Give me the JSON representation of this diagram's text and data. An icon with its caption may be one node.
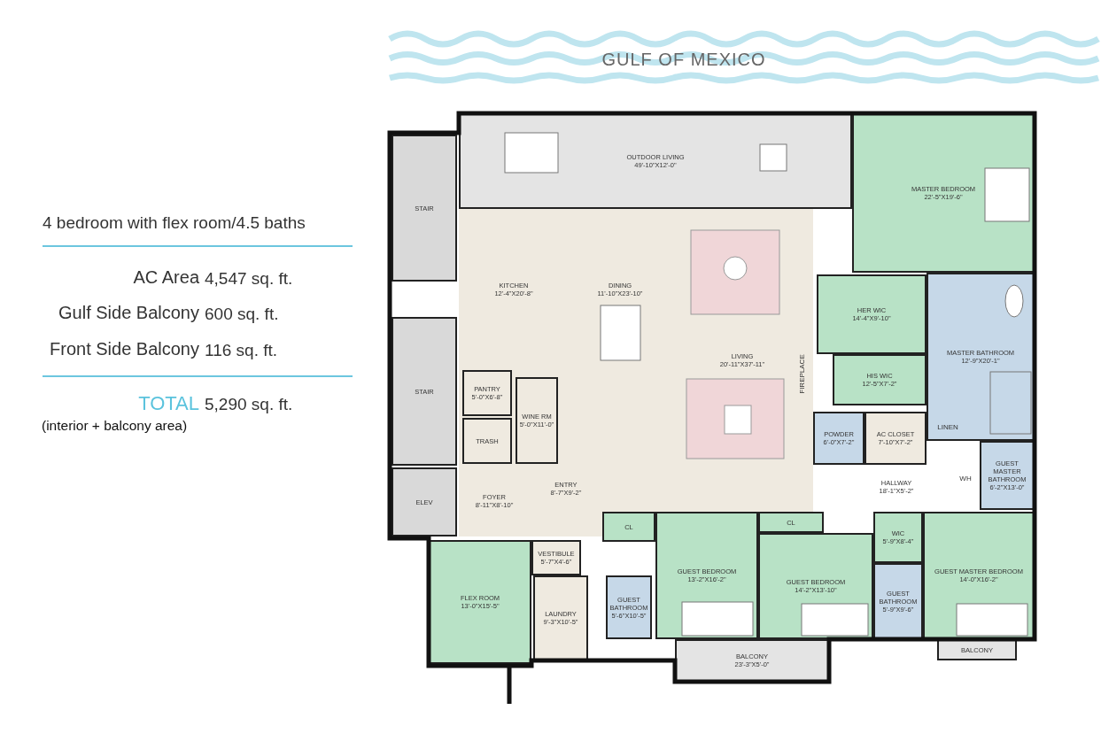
{
  "diagram": {
    "nodes": [
      {
        "text": [
          "OUTDOOR LIVING",
          "49'-10\"X12'-0\""
        ]
      },
      {
        "text": [
          "STAIR"
        ]
      },
      {
        "text": [
          "KITCHEN",
          "12'-4\"X20'-8\""
        ]
      },
      {
        "text": [
          "DINING",
          "11'-10\"X23'-10\""
        ]
      },
      {
        "text": [
          "MASTER BEDROOM",
          "22'-5\"X19'-6\""
        ]
      },
      {
        "text": [
          "HER WIC",
          "14'-4\"X9'-10\""
        ]
      },
      {
        "text": [
          "MASTER BATHROOM",
          "12'-9\"X20'-1\""
        ]
      },
      {
        "text": [
          "LIVING",
          "20'-11\"X37'-11\""
        ]
      },
      {
        "text": [
          "HIS WIC",
          "12'-5\"X7'-2\""
        ]
      },
      {
        "text": [
          "PANTRY",
          "5'-0\"X6'-8\""
        ]
      },
      {
        "text": [
          "WINE RM",
          "5'-0\"X11'-0\""
        ]
      },
      {
        "text": [
          "STAIR"
        ]
      },
      {
        "text": [
          "POWDER",
          "6'-0\"X7'-2\""
        ]
      },
      {
        "text": [
          "AC CLOSET",
          "7'-10\"X7'-2\""
        ]
      },
      {
        "text": [
          "TRASH"
        ]
      },
      {
        "text": [
          "GUEST MASTER BATHROOM",
          "6'-2\"X13'-0\""
        ]
      },
      {
        "text": [
          "HALLWAY",
          "18'-1\"X5'-2\""
        ]
      },
      {
        "text": [
          "ELEV"
        ]
      },
      {
        "text": [
          "FOYER",
          "8'-11\"X8'-10\""
        ]
      },
      {
        "text": [
          "ENTRY",
          "8'-7\"X9'-2\""
        ]
      },
      {
        "text": [
          "CL"
        ]
      },
      {
        "text": [
          "CL"
        ]
      },
      {
        "text": [
          "GUEST BEDROOM",
          "14'-2\"X13'-10\""
        ]
      },
      {
        "text": [
          "WIC",
          "5'-9\"X8'-4\""
        ]
      },
      {
        "text": [
          "GUEST MASTER BEDROOM",
          "14'-0\"X16'-2\""
        ]
      },
      {
        "text": [
          "GUEST BEDROOM",
          "13'-2\"X16'-2\""
        ]
      },
      {
        "text": [
          "VESTIBULE",
          "5'-7\"X4'-6\""
        ]
      },
      {
        "text": [
          "FLEX ROOM",
          "13'-0\"X15'-5\""
        ]
      },
      {
        "text": [
          "LAUNDRY",
          "9'-3\"X10'-5\""
        ]
      },
      {
        "text": [
          "GUEST BATHROOM",
          "5'-6\"X10'-5\""
        ]
      },
      {
        "text": [
          "GUEST BATHROOM",
          "5'-9\"X9'-6\""
        ]
      },
      {
        "text": [
          "BALCONY"
        ]
      },
      {
        "text": [
          "BALCONY",
          "23'-3\"X5'-0\""
        ]
      }
    ],
    "labels": [
      "GULF OF MEXICO",
      "4 bedroom with flex room/4.5 baths",
      "AC Area",
      "4,547 sq. ft.",
      "Gulf Side Balcony",
      "600 sq. ft.",
      "Front Side Balcony",
      "116 sq. ft.",
      "TOTAL",
      "5,290 sq. ft.",
      "(interior + balcony area)",
      "FIREPLACE",
      "LINEN",
      "WH"
    ]
  }
}
